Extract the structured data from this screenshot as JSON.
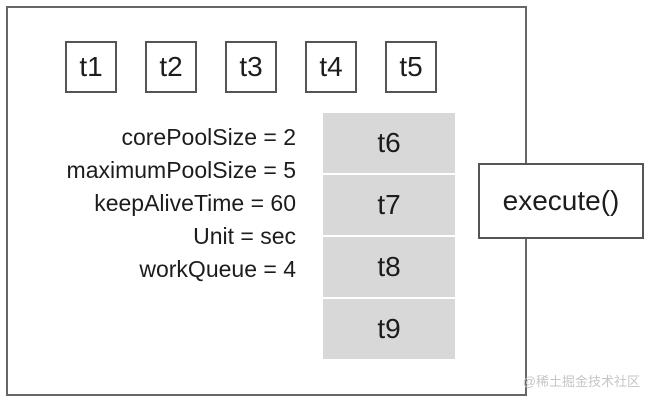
{
  "threads": [
    "t1",
    "t2",
    "t3",
    "t4",
    "t5"
  ],
  "params": [
    "corePoolSize = 2",
    "maximumPoolSize = 5",
    "keepAliveTime = 60",
    "Unit = sec",
    "workQueue = 4"
  ],
  "queue": [
    "t6",
    "t7",
    "t8",
    "t9"
  ],
  "execute_label": "execute()",
  "watermark": "@稀土掘金技术社区"
}
